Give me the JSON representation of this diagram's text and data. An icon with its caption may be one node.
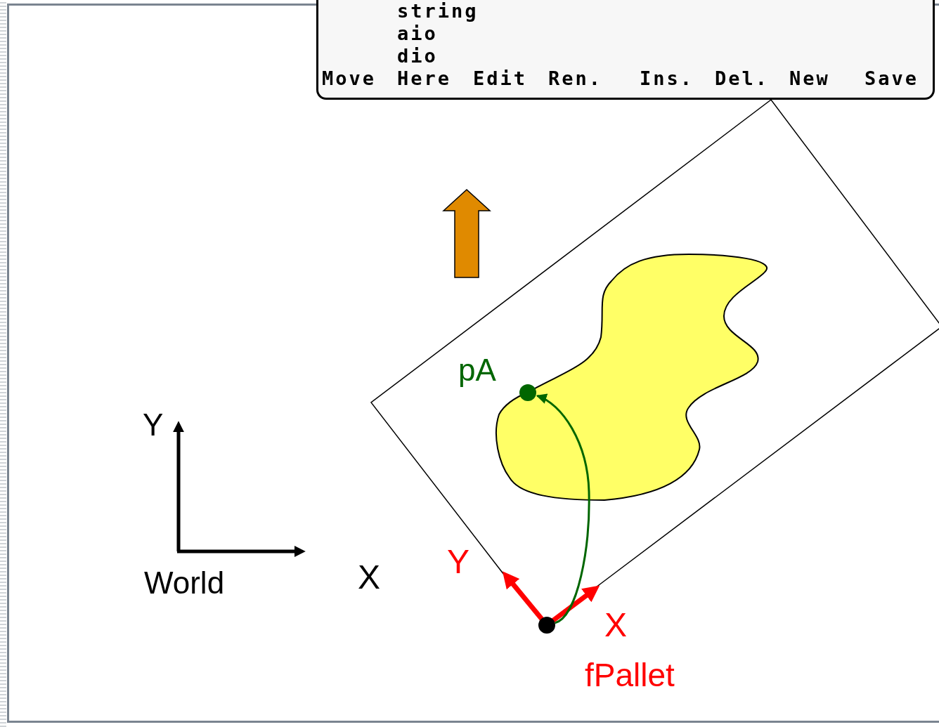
{
  "diagram": {
    "nodes": [
      {
        "text": [
          "string",
          "aio",
          "dio"
        ]
      },
      {
        "text": [],
        "shape": "circle",
        "beside": [
          "fPallet"
        ]
      },
      {
        "text": [],
        "shape": "circle",
        "beside": [
          "pA"
        ]
      }
    ],
    "edges": [
      {
        "from": 1,
        "to": 2,
        "arrow": "to",
        "color": "#006600"
      }
    ],
    "labels": [
      "Move",
      "Here",
      "Edit",
      "Ren.",
      "Ins.",
      "Del.",
      "New",
      "Save",
      "Y",
      "World",
      "X",
      "Y",
      "X"
    ]
  }
}
